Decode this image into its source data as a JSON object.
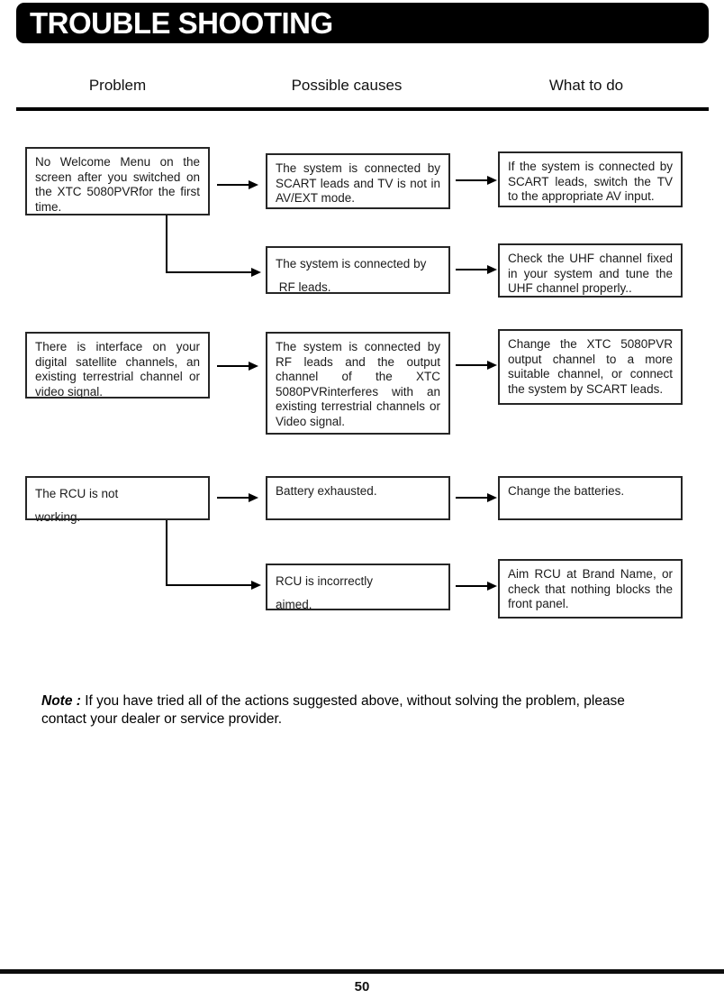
{
  "header": {
    "title": "TROUBLE SHOOTING"
  },
  "table_headers": {
    "problem": "Problem",
    "causes": "Possible causes",
    "actions": "What to do"
  },
  "rows": [
    {
      "problem": "No Welcome Menu on the screen after you switched on the XTC 5080PVRfor the first time.",
      "cause": "The system is connected by SCART leads and TV is not in AV/EXT mode.",
      "action": "If the system is connected by SCART leads, switch the TV to the appropriate AV input."
    },
    {
      "cause": "The system is connected by\n RF leads.",
      "action": "Check the UHF channel fixed in your system and tune the UHF channel properly.."
    },
    {
      "problem": "There is interface on your digital satellite channels, an existing terrestrial channel or video signal.",
      "cause": "The system is connected by RF leads and the output channel of the XTC 5080PVRinterferes with an existing terrestrial channels or Video signal.",
      "action": "Change the XTC 5080PVR output channel to a more suitable channel, or connect the system by SCART leads."
    },
    {
      "problem": "The RCU is not\nworking.",
      "cause": "Battery exhausted.",
      "action": "Change the batteries."
    },
    {
      "cause": "RCU is incorrectly\naimed.",
      "action": "Aim RCU at Brand Name, or check that nothing blocks the front panel."
    }
  ],
  "note": {
    "label": "Note :",
    "text": " If you have tried all of the actions suggested above, without solving the problem, please contact your dealer or service provider."
  },
  "footer": {
    "page_number": "50"
  }
}
